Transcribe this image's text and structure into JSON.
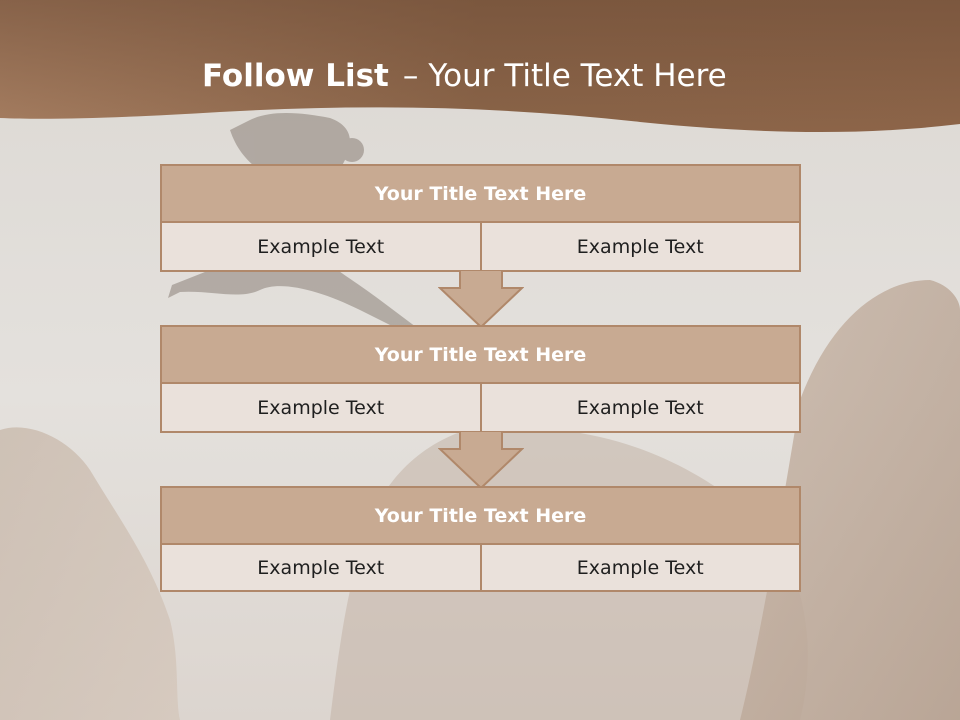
{
  "header": {
    "title_bold": "Follow List",
    "title_dash": "–",
    "title_rest": "Your Title Text Here"
  },
  "blocks": [
    {
      "title": "Your Title Text Here",
      "left": "Example Text",
      "right": "Example Text"
    },
    {
      "title": "Your Title Text Here",
      "left": "Example Text",
      "right": "Example Text"
    },
    {
      "title": "Your Title Text Here",
      "left": "Example Text",
      "right": "Example Text"
    }
  ],
  "colors": {
    "header_brown": "#8e6448",
    "block_border": "#b0886a",
    "block_title_bg": "#c8aa92",
    "cell_bg": "#eae1db",
    "arrow_fill": "#c8aa92"
  }
}
